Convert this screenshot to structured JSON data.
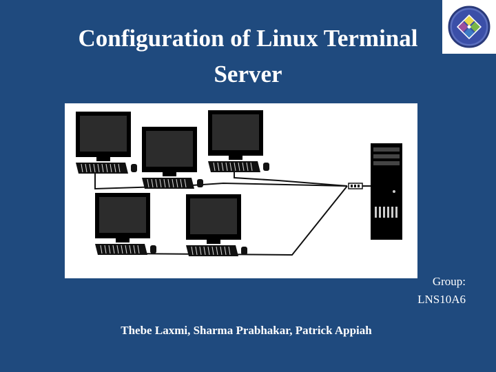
{
  "slide": {
    "title_line1": "Configuration of Linux Terminal",
    "title_line2": "Server",
    "group_label": "Group:",
    "group_code": "LNS10A6",
    "authors": "Thebe Laxmi, Sharma Prabhakar, Patrick Appiah"
  },
  "logo": {
    "icon": "distro-logo-icon"
  },
  "diagram": {
    "icon": "network-diagram-icon",
    "terminals": 5,
    "servers": 1
  },
  "colors": {
    "background": "#1f4a7e",
    "text": "#ffffff",
    "diagram_bg": "#ffffff"
  }
}
